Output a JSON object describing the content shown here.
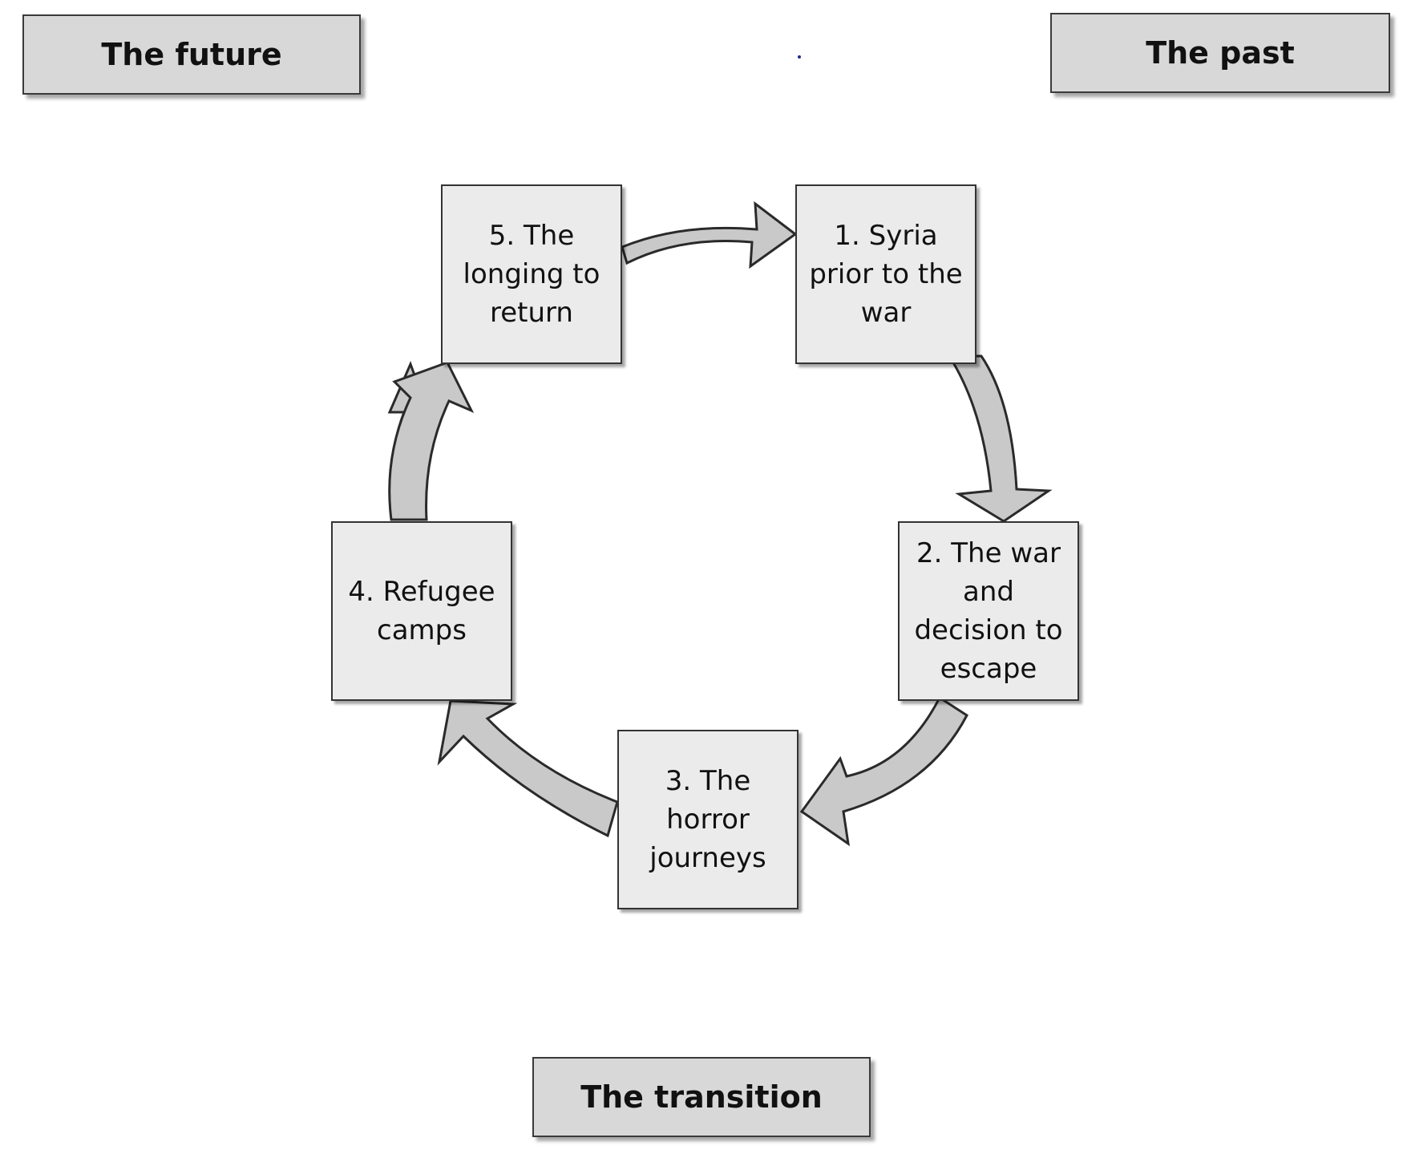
{
  "labels": {
    "future": "The future",
    "past": "The past",
    "transition": "The transition"
  },
  "stages": [
    {
      "id": 1,
      "text": "1. Syria prior to the war"
    },
    {
      "id": 2,
      "text": "2. The war and decision to escape"
    },
    {
      "id": 3,
      "text": "3. The horror journeys"
    },
    {
      "id": 4,
      "text": "4. Refugee camps"
    },
    {
      "id": 5,
      "text": "5. The longing to return"
    }
  ],
  "flow": [
    {
      "from": 5,
      "to": 1
    },
    {
      "from": 1,
      "to": 2
    },
    {
      "from": 2,
      "to": 3
    },
    {
      "from": 3,
      "to": 4
    },
    {
      "from": 4,
      "to": 5
    }
  ],
  "colors": {
    "label_fill": "#d8d8d8",
    "stage_fill": "#ebebeb",
    "arrow_fill": "#c9c9c9",
    "outline": "#2a2a2a"
  }
}
